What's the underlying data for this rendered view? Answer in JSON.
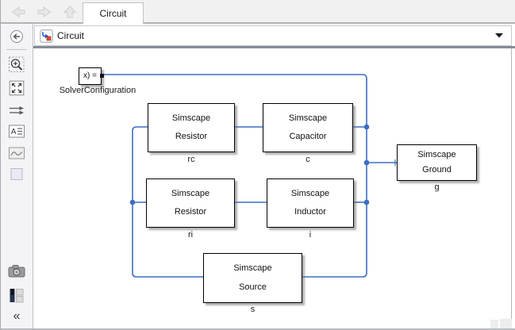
{
  "tab_bar": {
    "tab_label": "Circuit"
  },
  "breadcrumb": {
    "model_name": "Circuit"
  },
  "sidebar": {
    "icons": [
      "hide-explorer-bar",
      "zoom-in",
      "fit-to-view",
      "signal-arrows",
      "annotation",
      "image",
      "area",
      "screenshot-camera",
      "viewmarks",
      "collapse"
    ],
    "annotation_letter": "A",
    "collapse_glyph": "«"
  },
  "canvas": {
    "connection_line_color": "#3d6ec0",
    "blocks": {
      "solver": {
        "text": "x) =",
        "label": "SolverConfiguration"
      },
      "rc": {
        "line1": "Simscape",
        "line2": "Resistor",
        "label": "rc"
      },
      "c": {
        "line1": "Simscape",
        "line2": "Capacitor",
        "label": "c"
      },
      "ri": {
        "line1": "Simscape",
        "line2": "Resistor",
        "label": "ri"
      },
      "i": {
        "line1": "Simscape",
        "line2": "Inductor",
        "label": "i"
      },
      "s": {
        "line1": "Simscape",
        "line2": "Source",
        "label": "s"
      },
      "g": {
        "line1": "Simscape",
        "line2": "Ground",
        "label": "g"
      }
    }
  }
}
